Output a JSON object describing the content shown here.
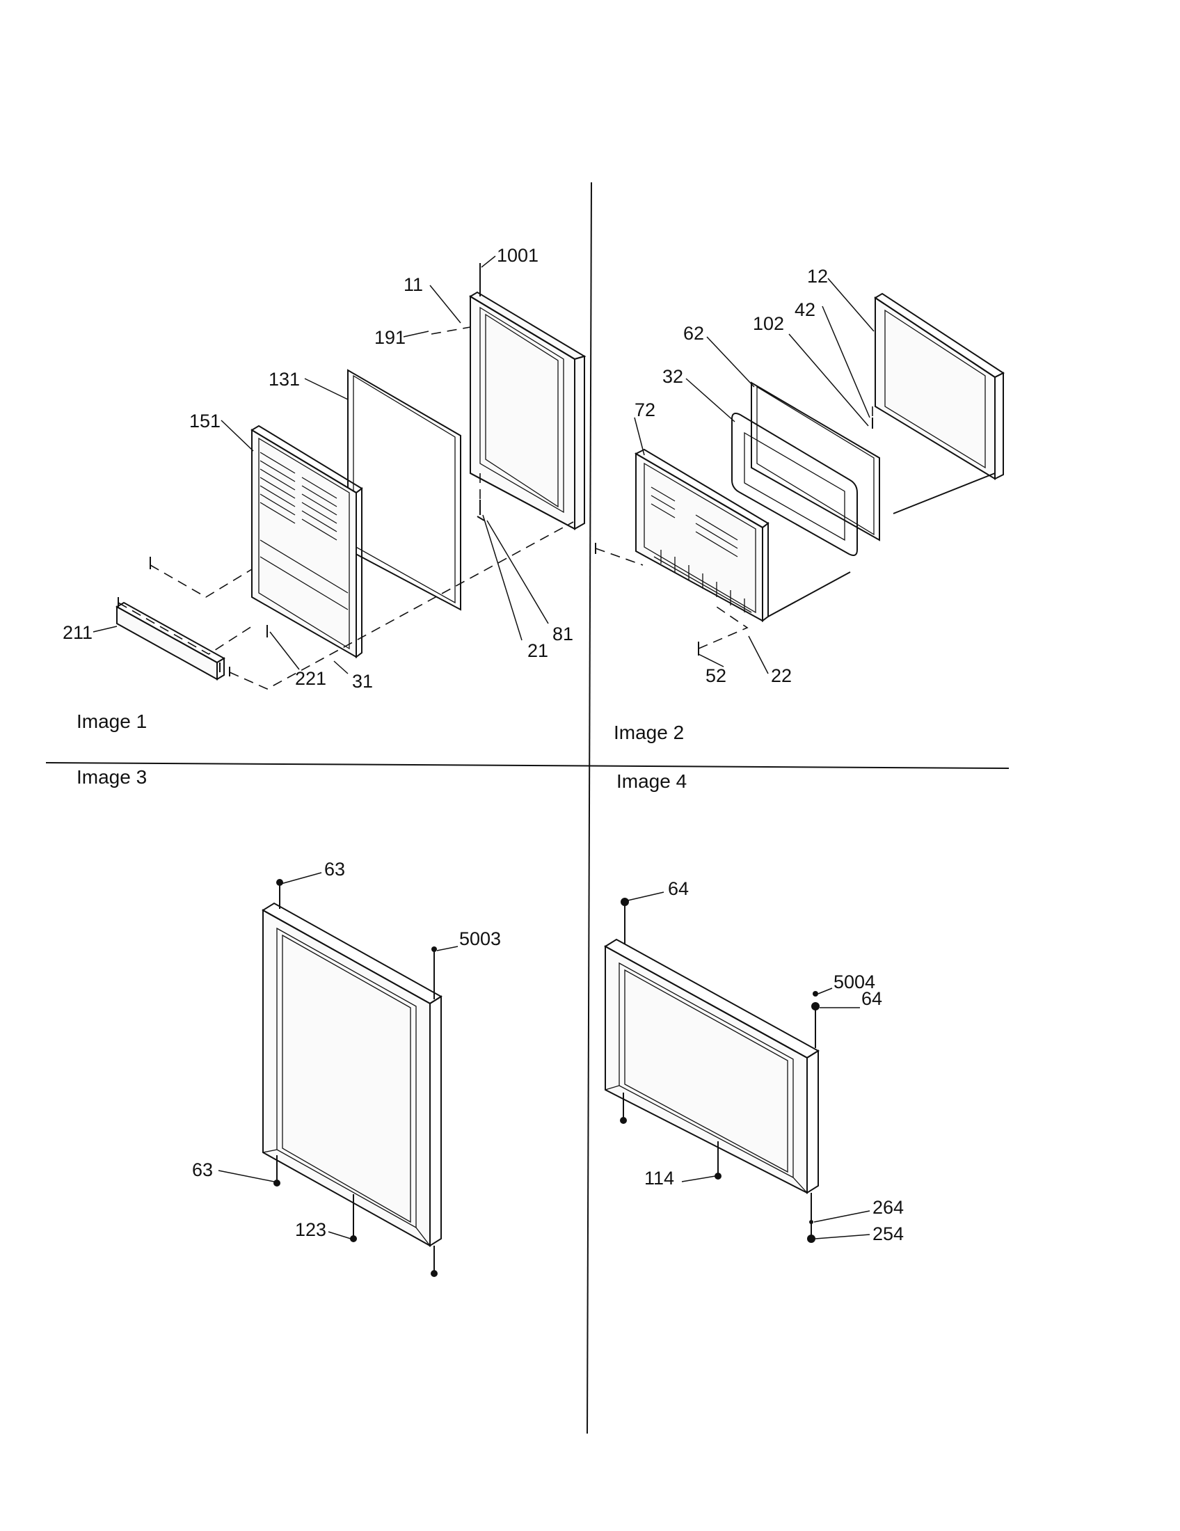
{
  "captions": {
    "image1": "Image 1",
    "image2": "Image 2",
    "image3": "Image 3",
    "image4": "Image 4"
  },
  "callouts": {
    "p1001": "1001",
    "p11": "11",
    "p191": "191",
    "p131": "131",
    "p151": "151",
    "p211": "211",
    "p221": "221",
    "p31": "31",
    "p21": "21",
    "p81": "81",
    "p12": "12",
    "p42": "42",
    "p102": "102",
    "p62": "62",
    "p32": "32",
    "p72": "72",
    "p52": "52",
    "p22": "22",
    "p63a": "63",
    "p5003": "5003",
    "p63b": "63",
    "p123": "123",
    "p64a": "64",
    "p5004": "5004",
    "p64b": "64",
    "p114": "114",
    "p264": "264",
    "p254": "254"
  }
}
